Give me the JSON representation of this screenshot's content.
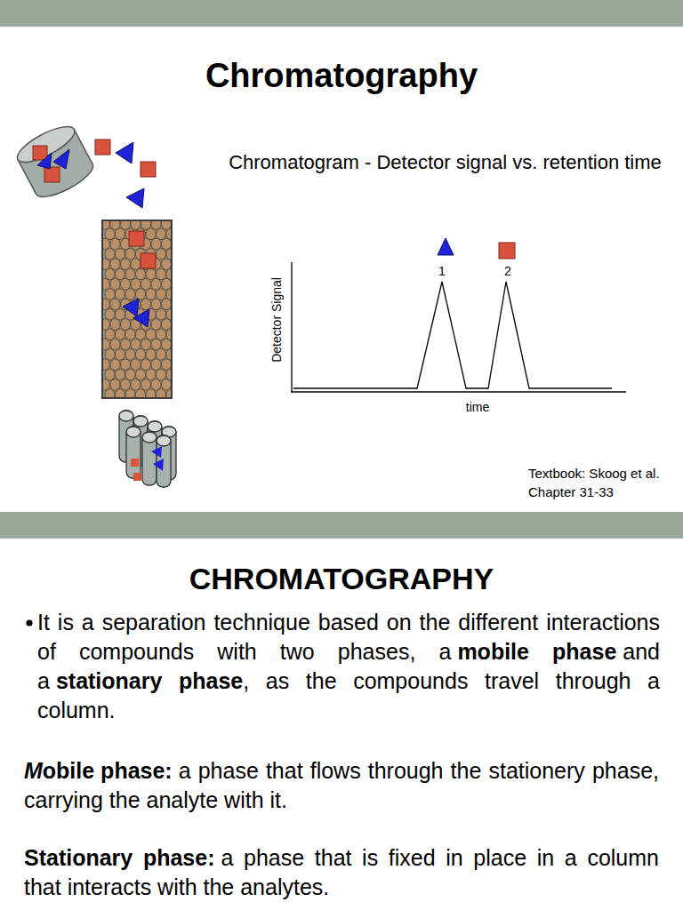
{
  "diagram": {
    "title": "Chromatography",
    "labels": [
      "Chromatogram - Detector signal vs. retention time",
      "Detector Signal",
      "time",
      "1",
      "2",
      "Textbook: Skoog et al. Chapter 31-33",
      "CHROMATOGRAPHY",
      "It is a separation technique based on the different interactions of compounds with two phases, a",
      "mobile phase",
      "and a",
      "stationary phase",
      ", as the compounds travel through a column.",
      "Mobile phase:",
      "a phase that flows through the stationery phase, carrying the analyte with it.",
      "Stationary phase:",
      "a phase that is fixed in place in a column that interacts with the analytes."
    ]
  }
}
